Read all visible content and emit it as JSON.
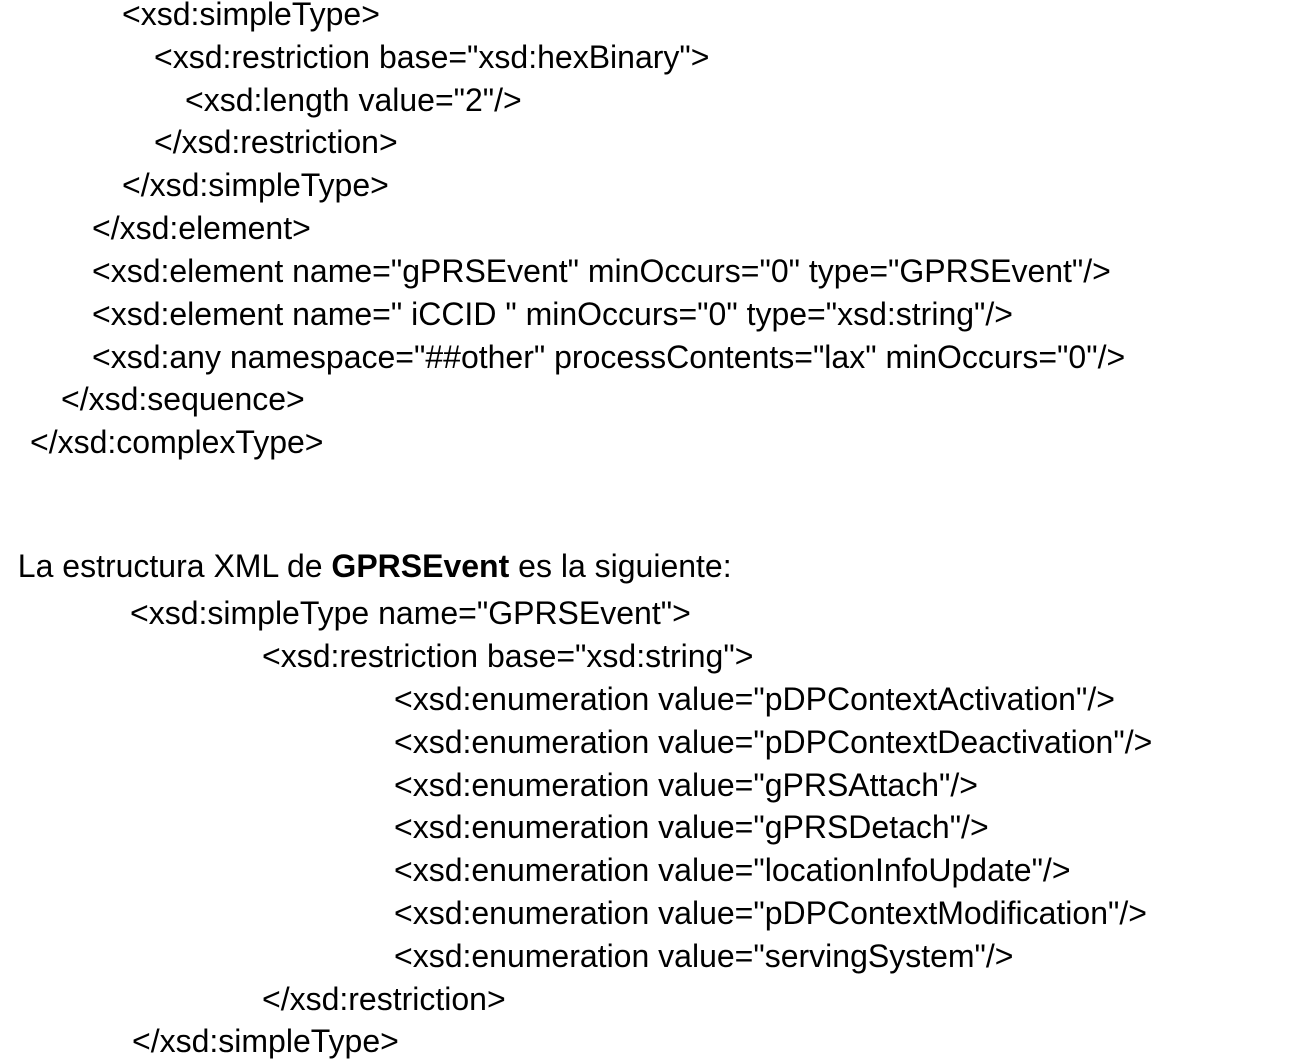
{
  "block1": {
    "lines": [
      "<xsd:simpleType>",
      "<xsd:restriction base=\"xsd:hexBinary\">",
      "<xsd:length value=\"2\"/>",
      "</xsd:restriction>",
      "</xsd:simpleType>",
      "</xsd:element>",
      "<xsd:element name=\"gPRSEvent\" minOccurs=\"0\" type=\"GPRSEvent\"/>",
      "<xsd:element name=\" iCCID \" minOccurs=\"0\" type=\"xsd:string\"/>",
      "<xsd:any namespace=\"##other\" processContents=\"lax\" minOccurs=\"0\"/>",
      "</xsd:sequence>",
      "</xsd:complexType>"
    ]
  },
  "paragraph": {
    "before": "La estructura XML de ",
    "bold": "GPRSEvent",
    "after": " es la siguiente:"
  },
  "block2": {
    "lines": [
      "<xsd:simpleType name=\"GPRSEvent\">",
      "<xsd:restriction base=\"xsd:string\">",
      "<xsd:enumeration value=\"pDPContextActivation\"/>",
      "<xsd:enumeration value=\"pDPContextDeactivation\"/>",
      "<xsd:enumeration value=\"gPRSAttach\"/>",
      "<xsd:enumeration value=\"gPRSDetach\"/>",
      "<xsd:enumeration value=\"locationInfoUpdate\"/>",
      "<xsd:enumeration value=\"pDPContextModification\"/>",
      "<xsd:enumeration value=\"servingSystem\"/>",
      "</xsd:restriction>",
      "</xsd:simpleType>"
    ]
  }
}
